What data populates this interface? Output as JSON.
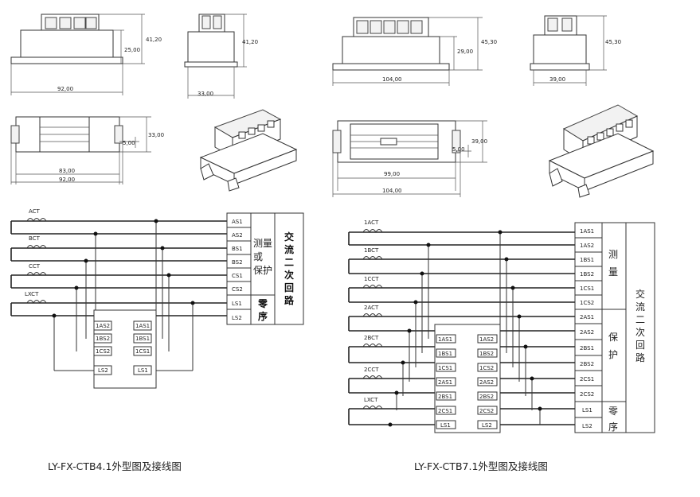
{
  "left": {
    "dims": {
      "height_total": "41,20",
      "height_body": "25,00",
      "length": "92,00",
      "side_height": "41,20",
      "side_width": "33,00",
      "top_width": "33,00",
      "hole": "5,00",
      "inner_length": "83,00",
      "outer_length": "92,00"
    },
    "ct_labels": [
      "ACT",
      "BCT",
      "CCT",
      "LXCT"
    ],
    "terminals": [
      "AS1",
      "AS2",
      "BS1",
      "BS2",
      "CS1",
      "CS2",
      "LS1",
      "LS2"
    ],
    "group_measure": [
      "测量",
      "或",
      "保护"
    ],
    "group_zero": [
      "零",
      "序"
    ],
    "circuit_title": [
      "交",
      "流",
      "二",
      "次",
      "回",
      "路"
    ],
    "block_left": [
      "1AS2",
      "1BS2",
      "1CS2",
      "LS2"
    ],
    "block_right": [
      "1AS1",
      "1BS1",
      "1CS1",
      "LS1"
    ],
    "caption": "LY-FX-CTB4.1外型图及接线图"
  },
  "right": {
    "dims": {
      "height_total": "45,30",
      "height_body": "29,00",
      "length": "104,00",
      "side_height": "45,30",
      "side_width": "39,00",
      "top_width": "39,00",
      "hole": "5,00",
      "inner_length": "99,00",
      "outer_length": "104,00"
    },
    "ct_labels": [
      "1ACT",
      "1BCT",
      "1CCT",
      "2ACT",
      "2BCT",
      "2CCT",
      "LXCT"
    ],
    "terminals": [
      "1AS1",
      "1AS2",
      "1BS1",
      "1BS2",
      "1CS1",
      "1CS2",
      "2AS1",
      "2AS2",
      "2BS1",
      "2BS2",
      "2CS1",
      "2CS2",
      "LS1",
      "LS2"
    ],
    "group_measure": [
      "测",
      "量"
    ],
    "group_protect": [
      "保",
      "护"
    ],
    "group_zero": [
      "零",
      "序"
    ],
    "circuit_title": [
      "交",
      "流",
      "二",
      "次",
      "回",
      "路"
    ],
    "block_left": [
      "1AS1",
      "1BS1",
      "1CS1",
      "2AS1",
      "2BS1",
      "2CS1",
      "LS1"
    ],
    "block_right": [
      "1AS2",
      "1BS2",
      "1CS2",
      "2AS2",
      "2BS2",
      "2CS2",
      "LS2"
    ],
    "caption": "LY-FX-CTB7.1外型图及接线图"
  }
}
